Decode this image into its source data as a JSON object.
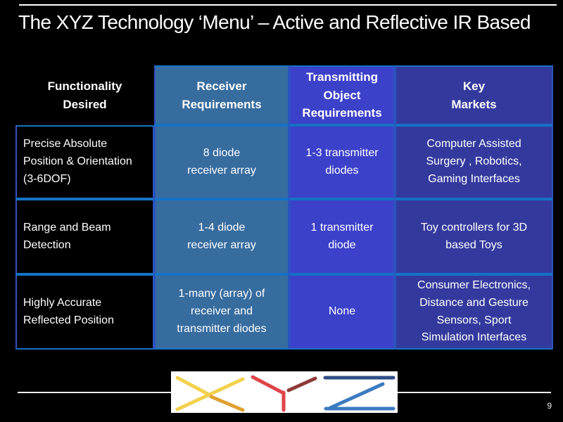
{
  "slide": {
    "title": "The XYZ Technology ‘Menu’ – Active and Reflective IR Based",
    "page_number": "9",
    "logo_text": "XYZ"
  },
  "table": {
    "headers": [
      {
        "label": "Functionality\nDesired"
      },
      {
        "label": "Receiver\nRequirements"
      },
      {
        "label": "Transmitting\nObject\nRequirements"
      },
      {
        "label": "Key\nMarkets"
      }
    ],
    "rows": [
      {
        "cells": [
          "Precise Absolute\nPosition & Orientation\n(3-6DOF)",
          "8 diode\nreceiver array",
          "1-3 transmitter\ndiodes",
          "Computer Assisted\nSurgery , Robotics,\nGaming Interfaces"
        ]
      },
      {
        "cells": [
          "Range and Beam\nDetection",
          "1-4 diode\nreceiver array",
          "1 transmitter\ndiode",
          "Toy controllers for 3D\nbased Toys"
        ]
      },
      {
        "cells": [
          "Highly Accurate\nReflected Position",
          "1-many (array) of\nreceiver and\ntransmitter diodes",
          "None",
          "Consumer Electronics,\nDistance and Gesture\nSensors, Sport\nSimulation Interfaces"
        ]
      }
    ]
  },
  "colors": {
    "steel": "#376C9F",
    "royal": "#3C41C9",
    "indigo": "#343A9D",
    "border-h": "#1572C6",
    "border-v": "#2C53C0",
    "logo-yellow": "#F2D14E",
    "logo-gold": "#DFA02F",
    "logo-red": "#E04348",
    "logo-maroon": "#8E3A36",
    "logo-navy": "#2E4E87",
    "logo-blue": "#3B7ABF"
  }
}
